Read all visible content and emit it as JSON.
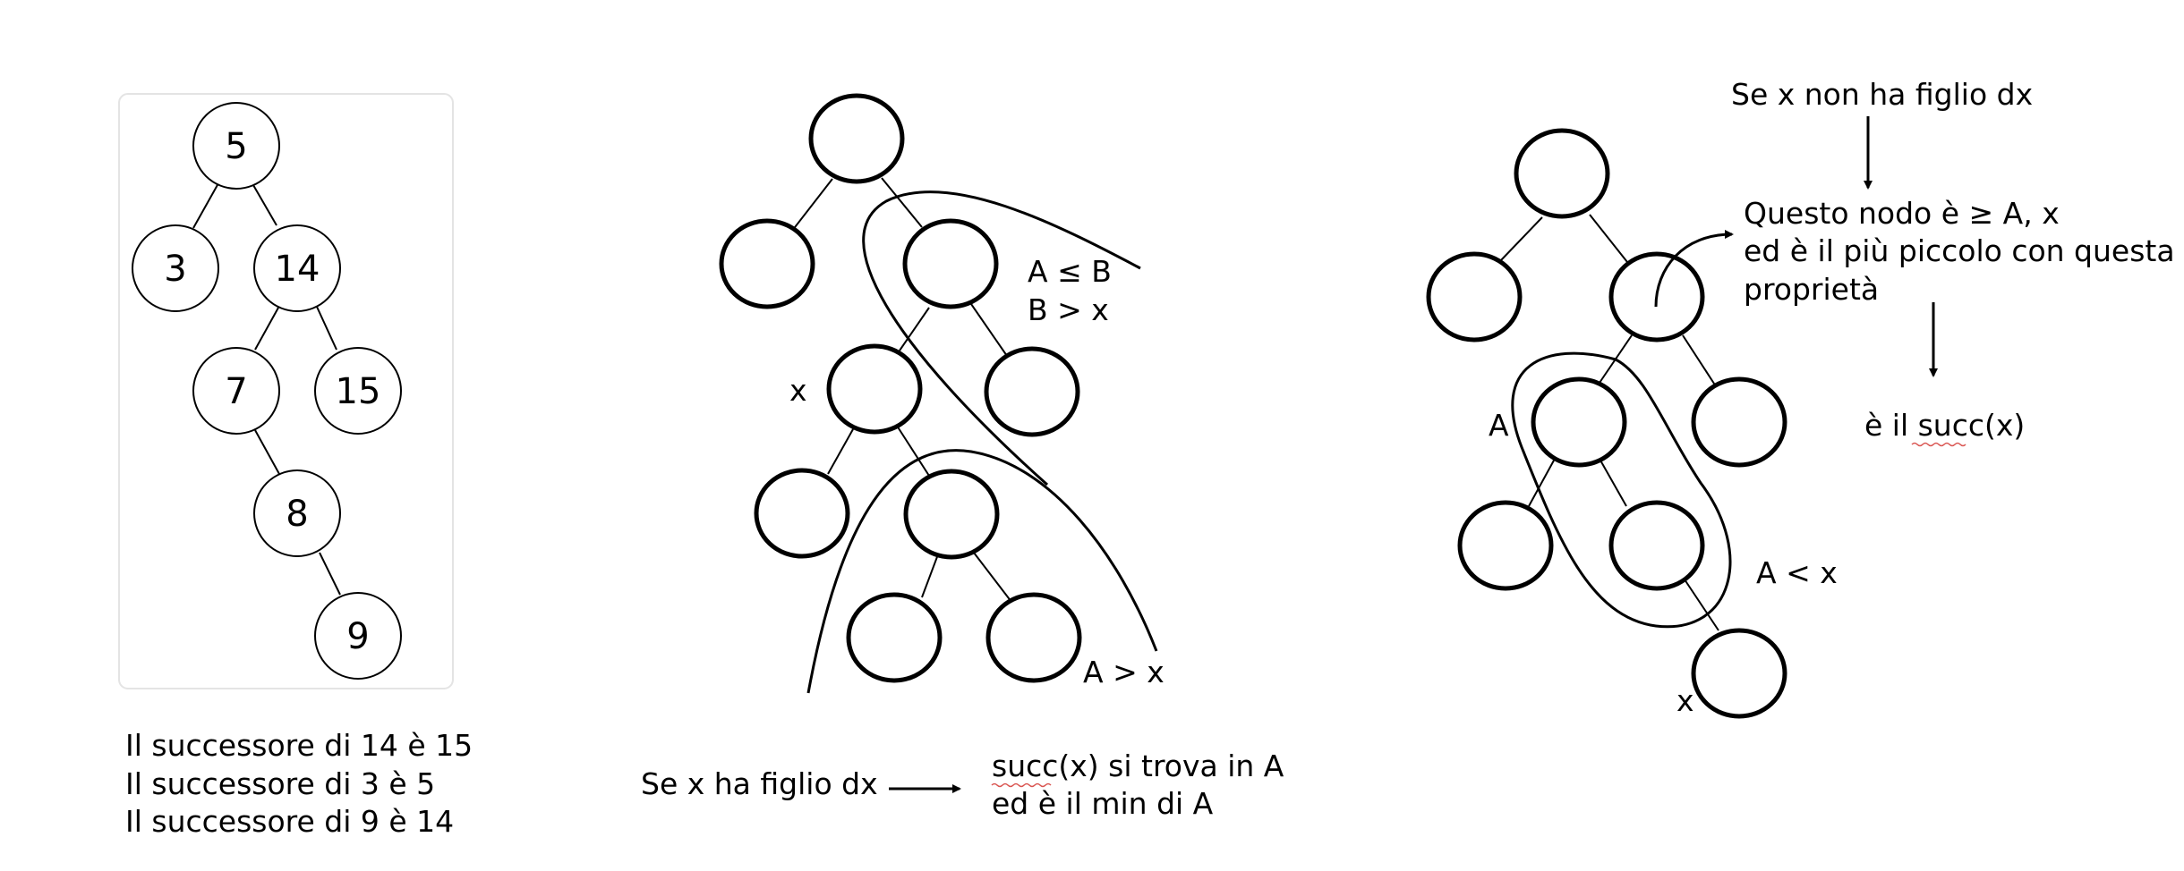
{
  "example_tree": {
    "nodes": [
      "5",
      "3",
      "14",
      "7",
      "15",
      "8",
      "9"
    ],
    "captions": [
      "Il successore di 14 è 15",
      "Il successore di 3 è 5",
      "Il successore di 9 è 14"
    ]
  },
  "case_right_child": {
    "label_x": "x",
    "label_a_le_b": "A ≤ B",
    "label_b_gt_x": "B > x",
    "label_a_gt_x": "A > x",
    "condition": "Se x ha figlio dx",
    "result_line1": "succ(x) si trova in A",
    "result_line2": "ed è il min di A"
  },
  "case_no_right_child": {
    "condition": "Se x non ha figlio dx",
    "note_line1": "Questo nodo è ≥ A, x",
    "note_line2": "ed è il più piccolo con questa",
    "note_line3": "proprietà",
    "label_a": "A",
    "label_a_lt_x": "A < x",
    "label_x": "x",
    "result": "è il succ(x)"
  },
  "colors": {
    "ink": "#000000",
    "card_border": "#e4e4e4",
    "spell_underline": "#d9534f"
  }
}
